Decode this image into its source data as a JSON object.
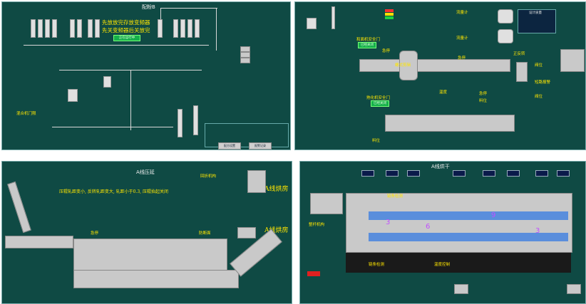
{
  "panel1": {
    "title": "配粉B",
    "notice": [
      "先放放完存放变频器",
      "先关变频器后关放完"
    ],
    "status_btn": "正在运行中",
    "mixer_gate": "混合机门限",
    "bottom_buttons": [
      "配方设置",
      "报警记录"
    ]
  },
  "panel2": {
    "weight_labels": [
      "流量计",
      "流量计"
    ],
    "door_label": "和面机安全门",
    "door_btn": "已经关闭",
    "ripen_label": "熟化机安全门",
    "ripen_btn": "已经关闭",
    "set_table_title": "设计质量",
    "labels": [
      "急停",
      "急停",
      "急停",
      "料位",
      "温度",
      "料位",
      "正反转",
      "阀位",
      "短路报警",
      "阀位",
      "螺式剪辑"
    ]
  },
  "panel3": {
    "title": "A线压延",
    "notice": "压辊轧距变小, 反转轧距变大, 轧距小于0.3, 压辊抬起关闭",
    "room1": "A线烘房",
    "room2": "A线烘房",
    "labels": [
      "回折机构",
      "急停",
      "急停",
      "防断面"
    ]
  },
  "panel4": {
    "title": "A线烘干",
    "labels": [
      "链条检测",
      "整杆机构",
      "链条检测",
      "温度控制"
    ],
    "zones": [
      "3",
      "6",
      "9",
      "3"
    ]
  }
}
